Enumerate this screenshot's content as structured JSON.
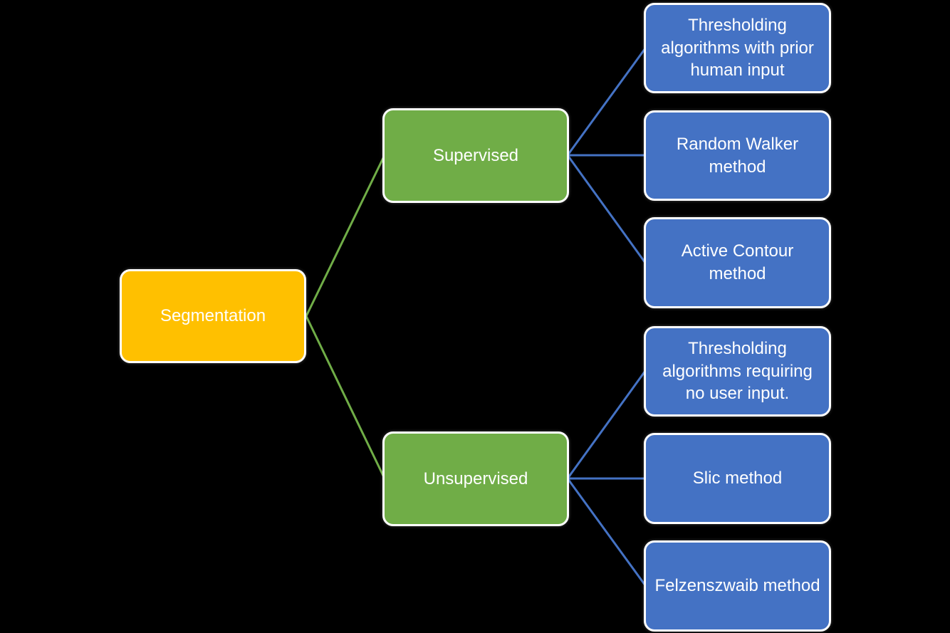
{
  "page": {
    "background": "#000000"
  },
  "diagram": {
    "type": "tree",
    "text_color": "#FFFFFF",
    "node_border_color": "#FFFFFF",
    "connectors": {
      "root_to_branch_color": "#70AD47",
      "branch_to_leaf_color": "#4472C4"
    },
    "root": {
      "label": "Segmentation",
      "fill": "#FFC000"
    },
    "branches": [
      {
        "label": "Supervised",
        "fill": "#70AD47",
        "children": [
          {
            "label": "Thresholding algorithms with prior human input",
            "fill": "#4472C4"
          },
          {
            "label": "Random Walker method",
            "fill": "#4472C4"
          },
          {
            "label": "Active Contour method",
            "fill": "#4472C4"
          }
        ]
      },
      {
        "label": "Unsupervised",
        "fill": "#70AD47",
        "children": [
          {
            "label": "Thresholding algorithms requiring no user input.",
            "fill": "#4472C4"
          },
          {
            "label": "Slic method",
            "fill": "#4472C4"
          },
          {
            "label": "Felzenszwaib method",
            "fill": "#4472C4"
          }
        ]
      }
    ]
  }
}
